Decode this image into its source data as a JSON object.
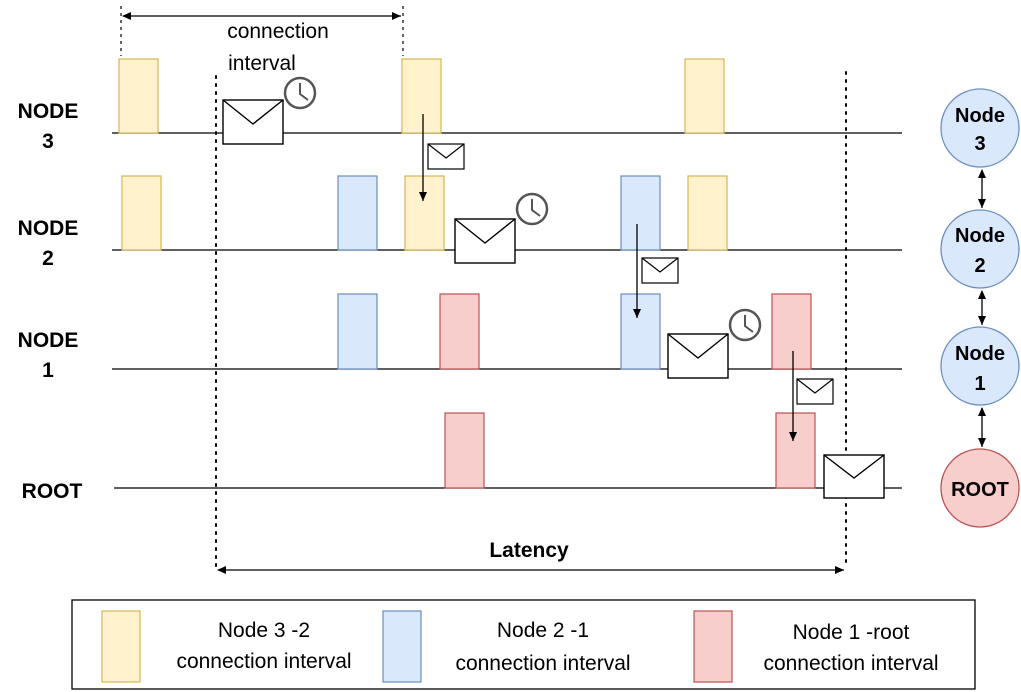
{
  "rows": [
    {
      "line1": "NODE",
      "line2": "3"
    },
    {
      "line1": "NODE",
      "line2": "2"
    },
    {
      "line1": "NODE",
      "line2": "1"
    },
    {
      "line1": "ROOT",
      "line2": ""
    }
  ],
  "connection_interval_label": {
    "line1": "connection",
    "line2": "interval"
  },
  "latency_label": "Latency",
  "chain_nodes": [
    {
      "line1": "Node",
      "line2": "3"
    },
    {
      "line1": "Node",
      "line2": "2"
    },
    {
      "line1": "Node",
      "line2": "1"
    },
    {
      "line1": "ROOT",
      "line2": ""
    }
  ],
  "legend": [
    {
      "line1": "Node 3 -2",
      "line2": "connection interval",
      "color": "#fff2cc",
      "stroke": "#d6b656"
    },
    {
      "line1": "Node 2 -1",
      "line2": "connection interval",
      "color": "#dae8fc",
      "stroke": "#6c8ebf"
    },
    {
      "line1": "Node 1 -root",
      "line2": "connection interval",
      "color": "#f8cecc",
      "stroke": "#b85450"
    }
  ],
  "colors": {
    "yellow_fill": "#fff2cc",
    "yellow_stroke": "#d6b656",
    "blue_fill": "#dae8fc",
    "blue_stroke": "#6c8ebf",
    "red_fill": "#f8cecc",
    "red_stroke": "#b85450"
  }
}
